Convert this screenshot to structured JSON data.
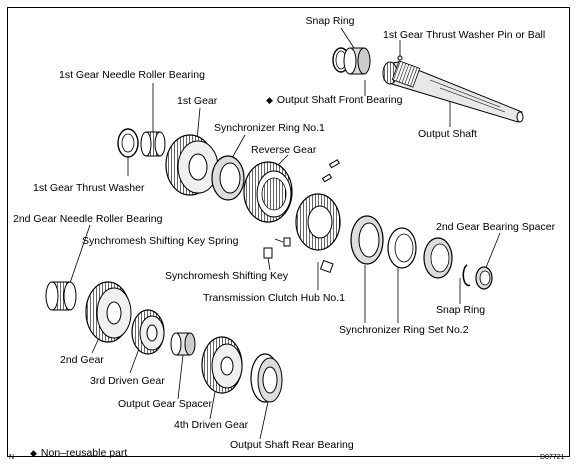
{
  "labels": {
    "snap_ring_top": "Snap Ring",
    "thrust_washer_pin": "1st Gear Thrust Washer Pin or Ball",
    "needle_bearing_1st": "1st Gear Needle Roller Bearing",
    "first_gear": "1st Gear",
    "output_shaft_front_bearing": "Output Shaft Front Bearing",
    "synchronizer_ring_1": "Synchronizer Ring No.1",
    "output_shaft": "Output Shaft",
    "reverse_gear": "Reverse Gear",
    "thrust_washer_1st": "1st Gear Thrust Washer",
    "needle_bearing_2nd": "2nd Gear Needle Roller Bearing",
    "bearing_spacer_2nd": "2nd Gear Bearing Spacer",
    "key_spring": "Synchromesh Shifting Key Spring",
    "shifting_key": "Synchromesh Shifting Key",
    "clutch_hub_1": "Transmission Clutch Hub No.1",
    "snap_ring_right": "Snap Ring",
    "sync_ring_set_2": "Synchronizer Ring Set No.2",
    "second_gear": "2nd Gear",
    "third_driven_gear": "3rd Driven Gear",
    "output_gear_spacer": "Output Gear Spacer",
    "fourth_driven_gear": "4th Driven Gear",
    "output_shaft_rear_bearing": "Output Shaft Rear Bearing"
  },
  "legend": {
    "symbol": "◆",
    "text": "Non–reusable part"
  },
  "corner_left": "N",
  "corner_right": "D07721"
}
